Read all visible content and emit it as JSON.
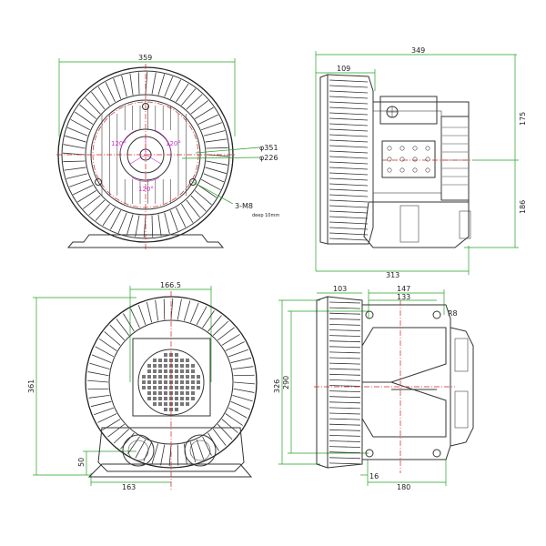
{
  "colors": {
    "dimension": "#22a022",
    "centerline": "#d42020",
    "annotation": "#cc33cc",
    "outline": "#333333",
    "text": "#222222"
  },
  "views": {
    "front": {
      "dim_width": "359",
      "dim_dia_outer": "φ351",
      "dim_dia_inner": "φ226",
      "dim_bolts": "3-M8",
      "dim_bolts_note": "deep 10mm",
      "angle_a": "120°",
      "angle_b": "120°",
      "angle_c": "120°"
    },
    "side": {
      "dim_length": "349",
      "dim_housing": "109",
      "dim_base": "313",
      "dim_upper": "175",
      "dim_lower": "186"
    },
    "rear": {
      "dim_flange": "166.5",
      "dim_height": "361",
      "dim_port": "50",
      "dim_port_spacing": "163"
    },
    "bottom": {
      "dim_top_left": "103",
      "dim_top_right_1": "147",
      "dim_top_right_2": "133",
      "dim_radius": "R8",
      "dim_h1": "326",
      "dim_h2": "290",
      "dim_bottom_small": "16",
      "dim_bottom": "180"
    }
  }
}
